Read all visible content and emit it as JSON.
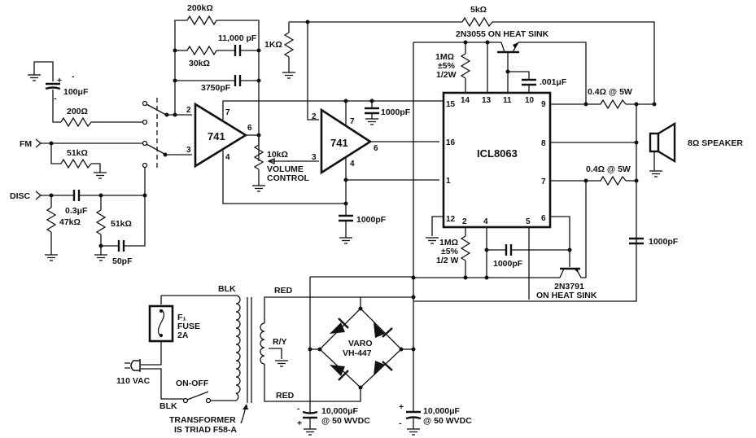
{
  "title": "ICL8063 audio power amplifier with preamp, volume control and power supply",
  "colors": {
    "ink": "#111111",
    "paper": "#ffffff"
  },
  "inputs": {
    "fm": "FM",
    "disc": "DISC"
  },
  "components": {
    "r_200k": "200kΩ",
    "c_11000p": "11,000 pF",
    "r_30k": "30kΩ",
    "c_3750p": "3750pF",
    "c_100u": "100μF",
    "c_100u_plus": "+",
    "c_100u_minus": "-",
    "r_200": "200Ω",
    "r_51k_fm": "51kΩ",
    "c_0_3u": "0.3μF",
    "r_47k": "47kΩ",
    "r_51k_disc": "51kΩ",
    "c_50p": "50pF",
    "r_1k": "1KΩ",
    "r_10k": "10kΩ",
    "volume_control": [
      "VOLUME",
      "CONTROL"
    ],
    "c_1000p_a": "1000pF",
    "c_1000p_b": "1000pF",
    "r_5k": "5kΩ",
    "q_2n3055": "2N3055 ON HEAT SINK",
    "r_1m_top": [
      "1MΩ",
      "±5%",
      "1/2W"
    ],
    "c_001u": ".001μF",
    "r_0_4_top": "0.4Ω @ 5W",
    "r_0_4_bot": "0.4Ω @ 5W",
    "speaker": "8Ω SPEAKER",
    "c_1000p_out": "1000pF",
    "r_1m_bot": [
      "1MΩ",
      "±5%",
      "1/2 W"
    ],
    "c_1000p_bot": "1000pF",
    "q_2n3791": [
      "2N3791",
      "ON HEAT SINK"
    ],
    "opamp1": "741",
    "opamp2": "741",
    "ic": "ICL8063"
  },
  "opamp1_pins": {
    "inv": "2",
    "noninv": "3",
    "vplus": "7",
    "vminus": "4",
    "out": "6"
  },
  "opamp2_pins": {
    "inv": "2",
    "noninv": "3",
    "vplus": "7",
    "vminus": "4",
    "out": "6"
  },
  "ic_pins": {
    "p15": "15",
    "p14": "14",
    "p13": "13",
    "p11": "11",
    "p10": "10",
    "p9": "9",
    "p16": "16",
    "p1": "1",
    "p8": "8",
    "p7": "7",
    "p12": "12",
    "p2": "2",
    "p4": "4",
    "p5": "5",
    "p6": "6"
  },
  "power_supply": {
    "blk_top": "BLK",
    "blk_bottom": "BLK",
    "fuse": [
      "F₁",
      "FUSE",
      "2A"
    ],
    "mains": "110 VAC",
    "switch": "ON-OFF",
    "transformer_note": [
      "TRANSFORMER",
      "IS TRIAD F58-A"
    ],
    "red_top": "RED",
    "red_bottom": "RED",
    "center_tap": "R/Y",
    "bridge": [
      "VARO",
      "VH-447"
    ],
    "cap_neg": [
      "10,000μF",
      "@ 50 WVDC"
    ],
    "cap_pos": [
      "10,000μF",
      "@ 50 WVDC"
    ],
    "cap_neg_top_sign": "-",
    "cap_neg_bot_sign": "+",
    "cap_pos_top_sign": "+",
    "cap_pos_bot_sign": "-"
  }
}
